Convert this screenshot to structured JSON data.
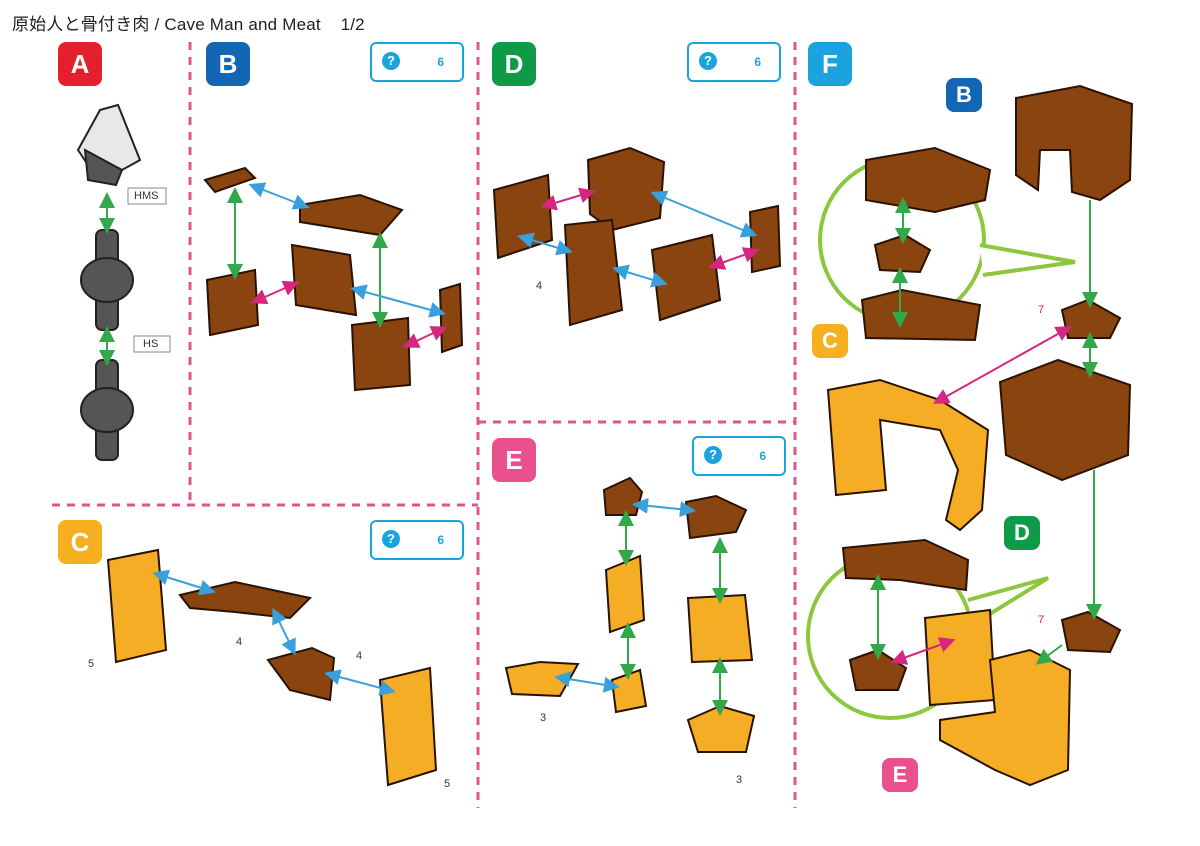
{
  "header": {
    "title": "原始人と骨付き肉 / Cave Man and Meat",
    "page": "1/2"
  },
  "steps": {
    "A": {
      "label": "A",
      "color": "#e5202e"
    },
    "B": {
      "label": "B",
      "color": "#1366b3"
    },
    "C": {
      "label": "C",
      "color": "#f6b01f"
    },
    "D": {
      "label": "D",
      "color": "#0f9a47"
    },
    "E": {
      "label": "E",
      "color": "#e8508e"
    },
    "F": {
      "label": "F",
      "color": "#1ba3e0"
    }
  },
  "hints": {
    "B": "6",
    "C": "6",
    "D": "6",
    "E": "6"
  },
  "labels": {
    "hms": "HMS",
    "hs": "HS",
    "c_left": "5",
    "c_mid": "4",
    "c_right": "4",
    "c_bottom": "5",
    "d_piece": "4",
    "e_left": "3",
    "e_right": "3",
    "f_top": "7",
    "f_bottom": "7"
  },
  "callouts": {
    "b": "B",
    "c": "C",
    "d": "D",
    "e": "E"
  },
  "colors": {
    "brown": "#8a4410",
    "orange": "#f5ad25",
    "divider": "#e0558f",
    "arrow_green": "#33a84a",
    "arrow_blue": "#3aa0dc",
    "arrow_pink": "#d6267f",
    "lime": "#8dc63f"
  }
}
